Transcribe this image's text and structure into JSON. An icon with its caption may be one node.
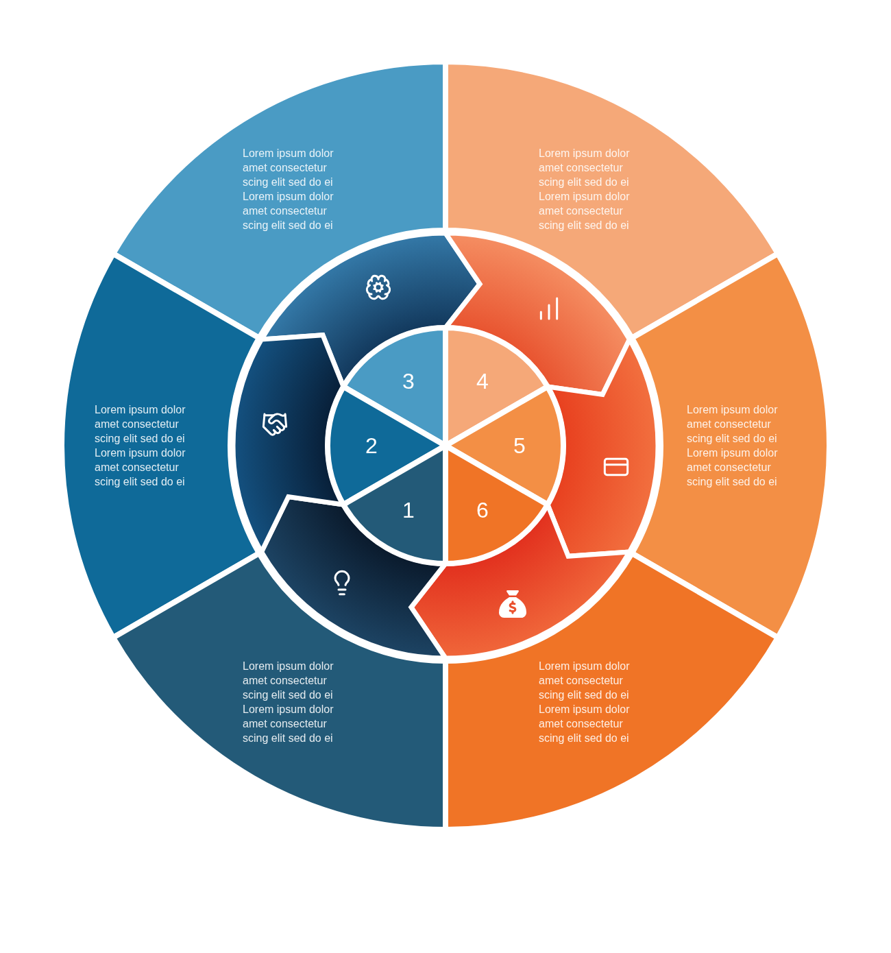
{
  "diagram": {
    "nodes": [
      {
        "text": [
          "Lorem ipsum dolor amet consectetur scing elit sed do ei Lorem ipsum dolor amet consectetur scing elit sed do ei"
        ]
      },
      {
        "text": [
          "Lorem ipsum dolor amet consectetur scing elit sed do ei Lorem ipsum dolor amet consectetur scing elit sed do ei"
        ]
      },
      {
        "text": [
          "Lorem ipsum dolor amet consectetur scing elit sed do ei Lorem ipsum dolor amet consectetur scing elit sed do ei"
        ]
      },
      {
        "text": [
          "Lorem ipsum dolor amet consectetur scing elit sed do ei Lorem ipsum dolor amet consectetur scing elit sed do ei"
        ]
      },
      {
        "text": [
          "Lorem ipsum dolor amet consectetur scing elit sed do ei Lorem ipsum dolor amet consectetur scing elit sed do ei"
        ]
      },
      {
        "text": [
          "Lorem ipsum dolor amet consectetur scing elit sed do ei Lorem ipsum dolor amet consectetur scing elit sed do ei"
        ]
      },
      {
        "text": [
          "3"
        ]
      },
      {
        "text": [
          "4"
        ]
      },
      {
        "text": [
          "2"
        ]
      },
      {
        "text": [
          "5"
        ]
      },
      {
        "text": [
          "1"
        ]
      },
      {
        "text": [
          "6"
        ]
      }
    ]
  }
}
